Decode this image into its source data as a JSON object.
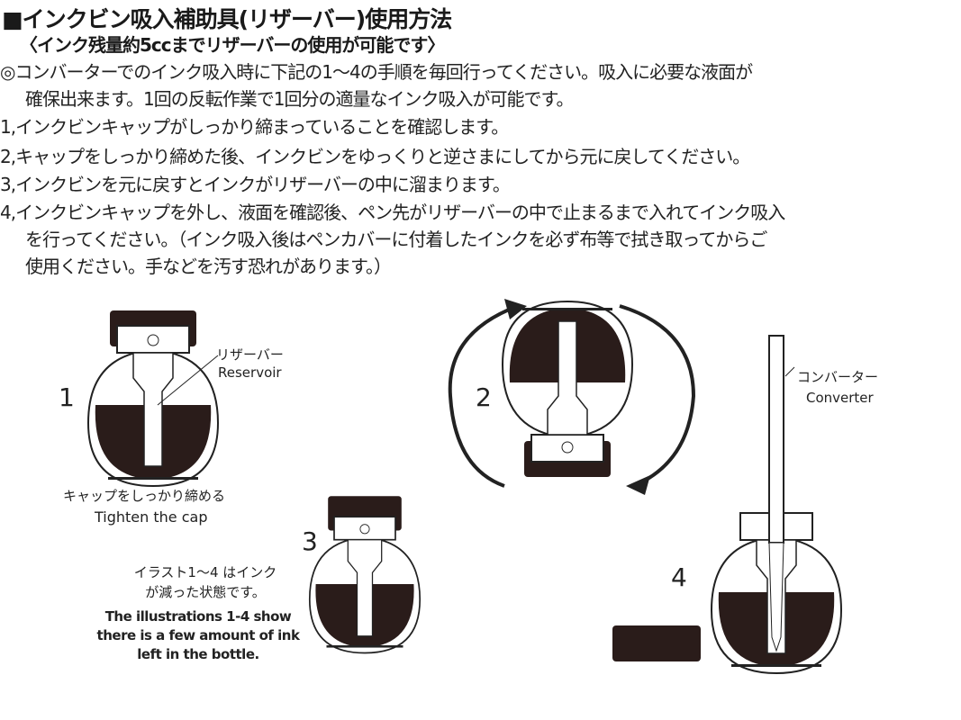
{
  "title": "■インクビン吸入補助具(リザーバー)使用方法",
  "subtitle": "〈インク残量約5ccまでリザーバーの使用が可能です〉",
  "intro": [
    "◎コンバーターでのインク吸入時に下記の1〜4の手順を毎回行ってください。吸入に必要な液面が",
    "確保出来ます。1回の反転作業で1回分の適量なインク吸入が可能です。"
  ],
  "steps": [
    [
      "1,インクビンキャップがしっかり締まっていることを確認します。"
    ],
    [
      "2,キャップをしっかり締めた後、インクビンをゆっくりと逆さまにしてから元に戻してください。"
    ],
    [
      "3,インクビンを元に戻すとインクがリザーバーの中に溜まります。"
    ],
    [
      "4,インクビンキャップを外し、液面を確認後、ペン先がリザーバーの中で止まるまで入れてインク吸入",
      "を行ってください。（インク吸入後はペンカバーに付着したインクを必ず布等で拭き取ってからご",
      "使用ください。手などを汚す恐れがあります。）"
    ]
  ],
  "figures": {
    "fig1": {
      "number": "1",
      "reservoir_jp": "リザーバー",
      "reservoir_en": "Reservoir",
      "caption_jp": "キャップをしっかり締める",
      "caption_en": "Tighten the cap"
    },
    "fig2": {
      "number": "2"
    },
    "fig3": {
      "number": "3",
      "note_jp": [
        "イラスト1〜4 はインク",
        "が減った状態です。"
      ],
      "note_en": [
        "The illustrations 1-4 show",
        "there is a few amount of ink",
        "left in the bottle."
      ]
    },
    "fig4": {
      "number": "4",
      "converter_jp": "コンバーター",
      "converter_en": "Converter"
    }
  },
  "colors": {
    "ink": "#2a1c1a",
    "line": "#222222"
  }
}
